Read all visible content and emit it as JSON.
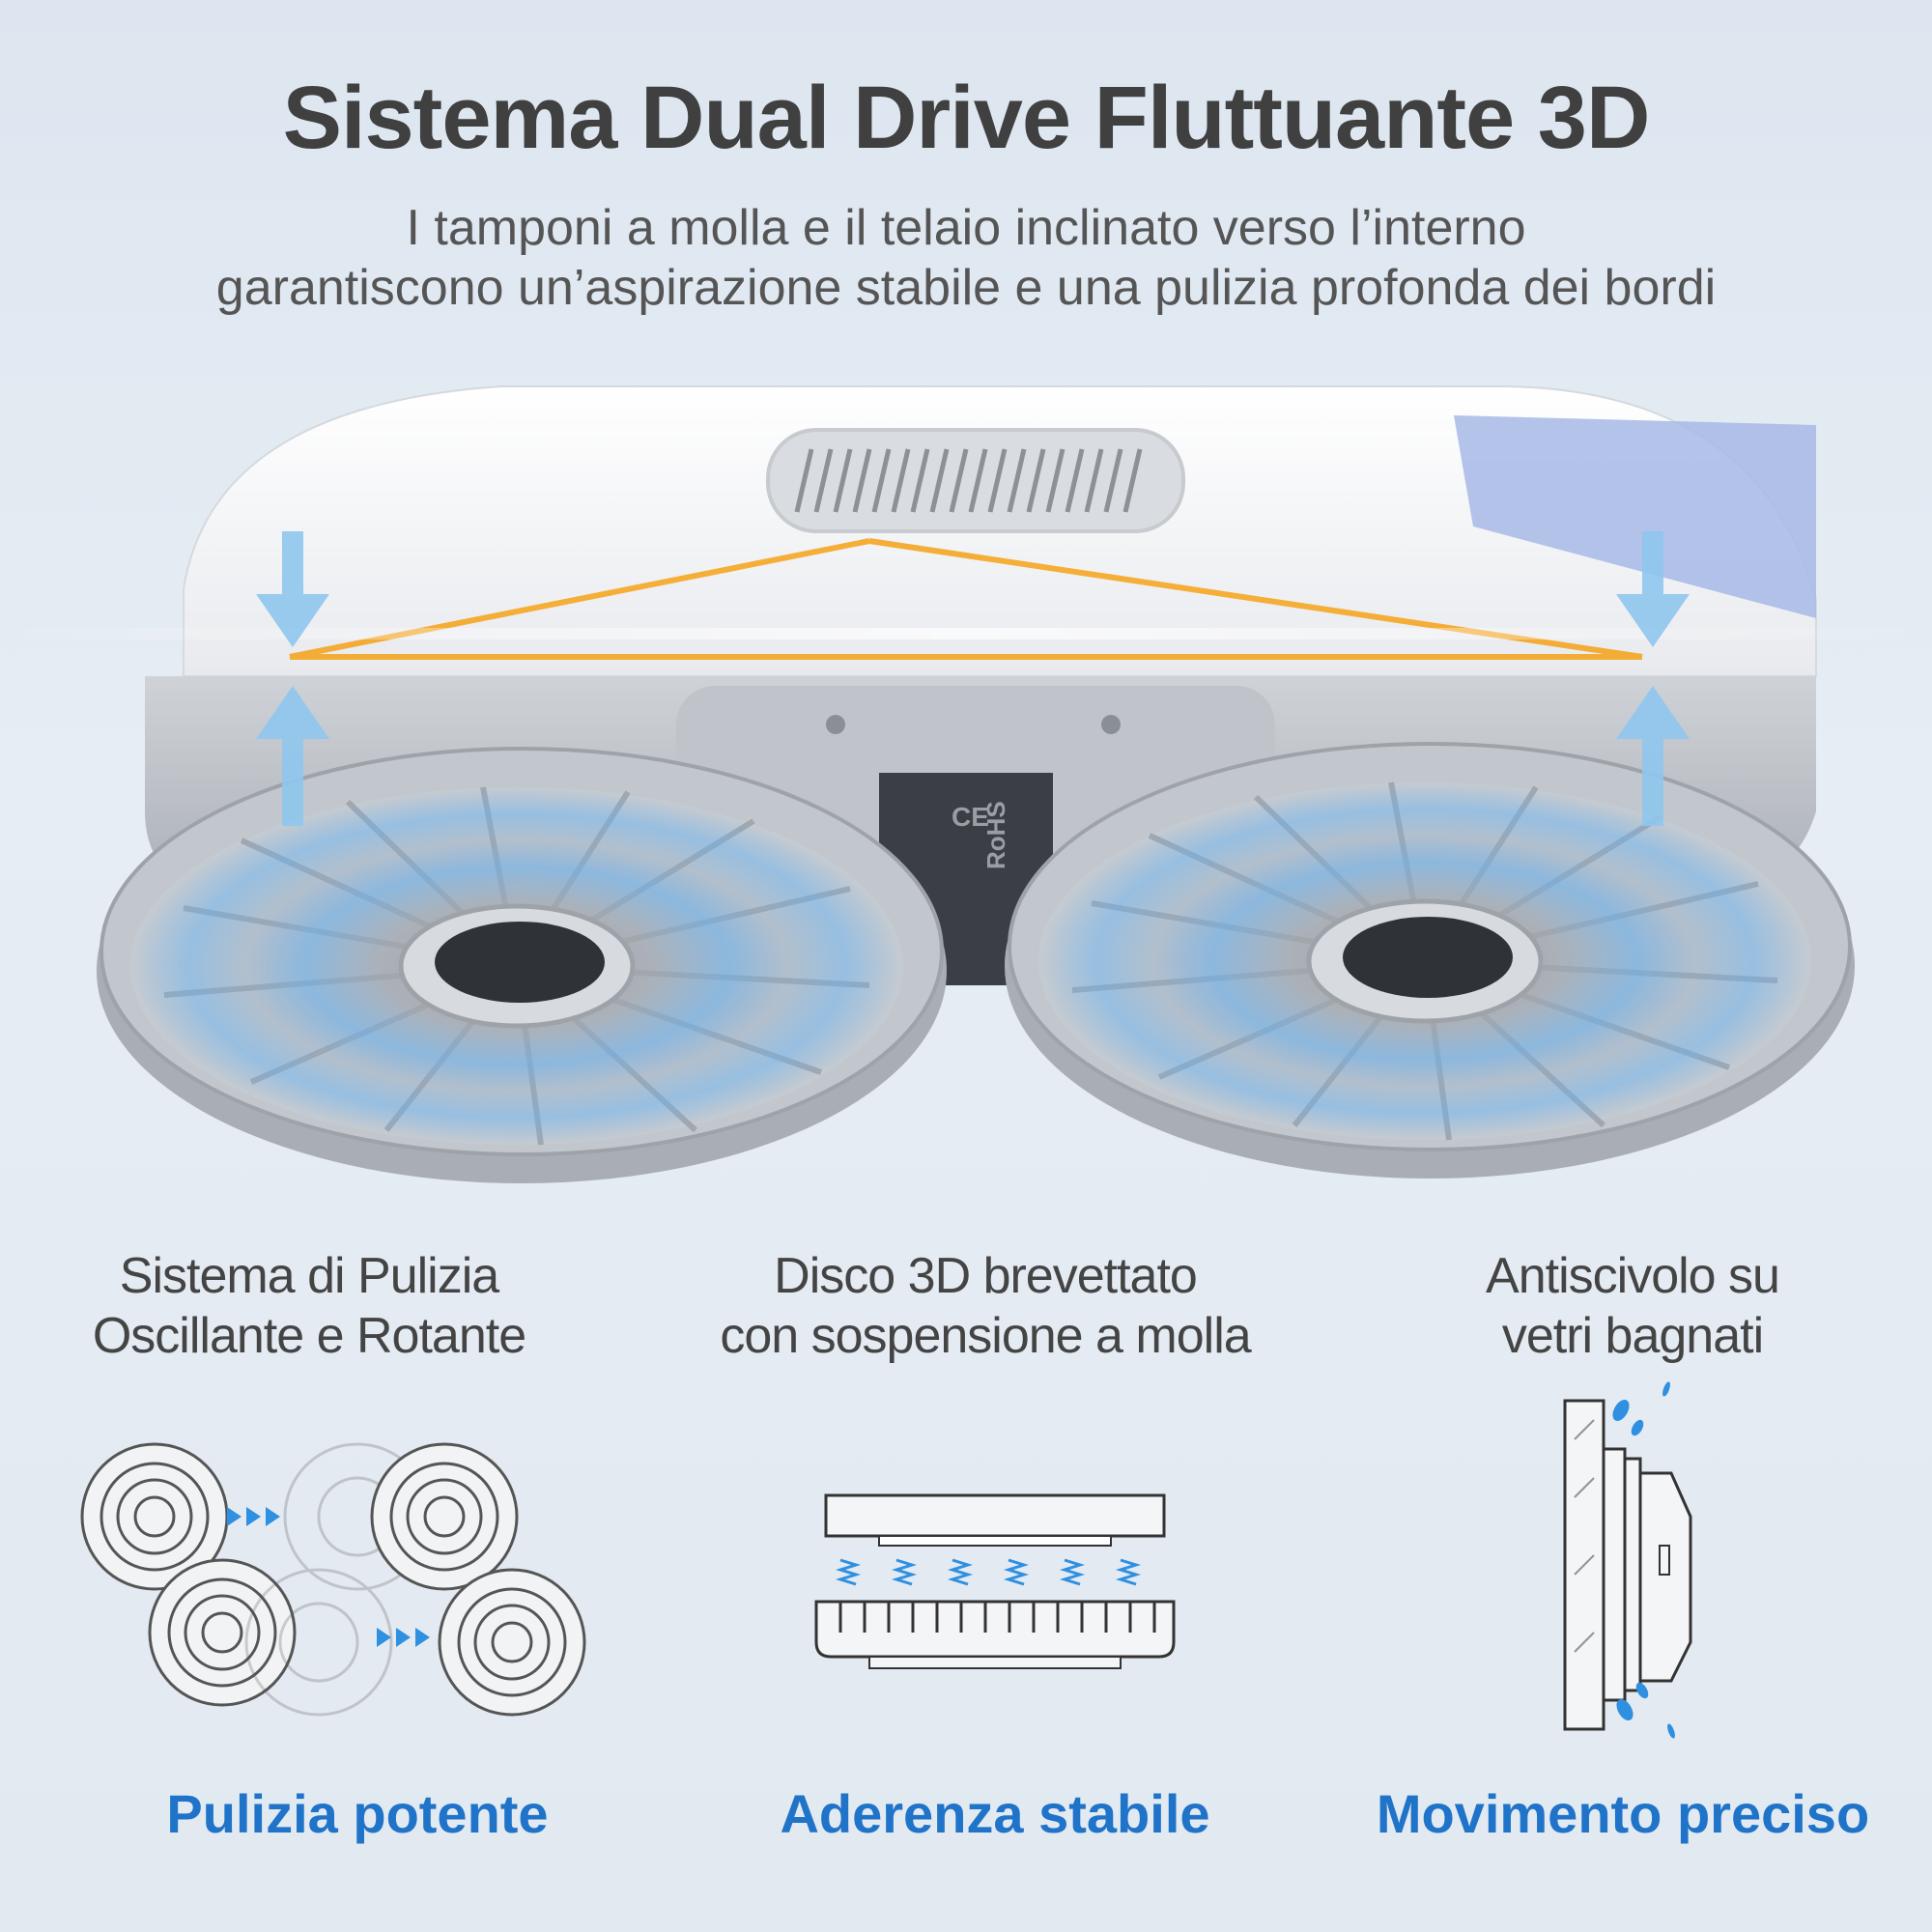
{
  "header": {
    "title": "Sistema Dual Drive Fluttuante 3D",
    "subtitle_line1": "I tamponi a molla e il telaio inclinato verso l’interno",
    "subtitle_line2": "garantiscono un’aspirazione stabile e una pulizia profonda dei bordi"
  },
  "hero": {
    "label_ce": "CE",
    "label_rohs": "RoHS"
  },
  "features": [
    {
      "title_line1": "Sistema di Pulizia",
      "title_line2": "Oscillante e Rotante",
      "label": "Pulizia potente",
      "icon": "oscillating-pads-icon"
    },
    {
      "title_line1": "Disco 3D brevettato",
      "title_line2": "con sospensione a molla",
      "label": "Aderenza stabile",
      "icon": "spring-disc-icon"
    },
    {
      "title_line1": "Antiscivolo su",
      "title_line2": "vetri bagnati",
      "label": "Movimento preciso",
      "icon": "wet-glass-icon"
    }
  ],
  "colors": {
    "accent": "#1f73c8",
    "glow": "#f5a623",
    "frame": "#b9bec4"
  }
}
